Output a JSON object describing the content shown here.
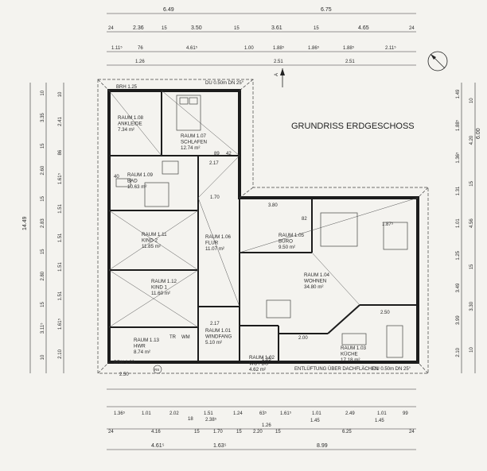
{
  "title": "GRUNDRISS ERDGESCHOSS",
  "section_marker": "A",
  "rooms": [
    {
      "id": "r108",
      "name": "RAUM 1.08",
      "use": "ANKLEIDE",
      "area": "7.34 m²"
    },
    {
      "id": "r107",
      "name": "RAUM 1.07",
      "use": "SCHLAFEN",
      "area": "12.74 m²"
    },
    {
      "id": "r109",
      "name": "RAUM 1.09",
      "use": "BAD",
      "area": "10.63 m²"
    },
    {
      "id": "r111",
      "name": "RAUM 1.11",
      "use": "KIND 2",
      "area": "11.85 m²"
    },
    {
      "id": "r106",
      "name": "RAUM 1.06",
      "use": "FLUR",
      "area": "11.07 m²"
    },
    {
      "id": "r105",
      "name": "RAUM 1.05",
      "use": "BÜRO",
      "area": "9.50 m²"
    },
    {
      "id": "r104",
      "name": "RAUM 1.04",
      "use": "WOHNEN",
      "area": "34.80 m²"
    },
    {
      "id": "r112",
      "name": "RAUM 1.12",
      "use": "KIND 1",
      "area": "11.60 m²"
    },
    {
      "id": "r101",
      "name": "RAUM 1.01",
      "use": "WINDFANG",
      "area": "5.10 m²"
    },
    {
      "id": "r113",
      "name": "RAUM 1.13",
      "use": "HWR",
      "area": "8.74 m²"
    },
    {
      "id": "r102",
      "name": "RAUM 1.02",
      "use": "WC / DU",
      "area": "4.62 m²"
    },
    {
      "id": "r103",
      "name": "RAUM 1.03",
      "use": "KÜCHE",
      "area": "17.18 m²"
    }
  ],
  "dims_top": {
    "row1": [
      "6.49",
      "6.75"
    ],
    "row2": [
      "24",
      "2.36",
      "15",
      "3.50",
      "15",
      "3.61",
      "15",
      "4.65",
      "24"
    ],
    "row3": [
      "1.11⁵",
      "76",
      "4.61⁵",
      "1.00",
      "1.88⁵",
      "1.86⁵",
      "1.88⁵",
      "2.11⁵"
    ],
    "row3b": [
      "1.26",
      "2.51",
      "2.51"
    ]
  },
  "dims_bottom": {
    "row1": [
      "1.36⁵",
      "1.01",
      "2.02",
      "1.51",
      "1.24",
      "63⁵",
      "1.61⁵",
      "1.01",
      "2.49",
      "1.01",
      "99"
    ],
    "row1b": [
      "18",
      "2.38⁵",
      "1.45",
      "1.45"
    ],
    "row2": [
      "24",
      "4.16",
      "15",
      "1.70",
      "15",
      "2.20",
      "15",
      "6.25",
      "24"
    ],
    "row2b": [
      "1.26"
    ],
    "row3": [
      "4.61⁵",
      "1.63⁵",
      "8.99"
    ]
  },
  "dims_left": {
    "outer": [
      "14.49"
    ],
    "row2": [
      "10",
      "3.35",
      "15",
      "2.60",
      "15",
      "2.83",
      "15",
      "2.80",
      "15",
      "3.11⁵",
      "10"
    ],
    "row3": [
      "10",
      "2.41",
      "86",
      "1.61⁵",
      "1.51",
      "1.51",
      "1.51",
      "1.51",
      "1.61⁵",
      "2.10"
    ]
  },
  "dims_right": {
    "outer": [
      "6.00"
    ],
    "row2": [
      "10",
      "4.20",
      "15",
      "4.56",
      "15",
      "3.30",
      "10"
    ],
    "row3": [
      "1.49",
      "1.88⁵",
      "1.36⁵",
      "1.31",
      "1.01",
      "1.25",
      "3.49",
      "3.99",
      "2.10"
    ]
  },
  "labels": {
    "brh_125": "BRH 1.25",
    "brh_100": "BRH 1.00",
    "du_top": "DU 0.50m DN 25°",
    "du_bottom": "DU 0.50m DN 25°",
    "tr": "TR",
    "wm": "WM",
    "rs": "RS",
    "entlueftung": "ENTLÜFTUNG ÜBER DACHFLÄCHEN",
    "m_380": "3.80",
    "m_187": "1.87⁵",
    "m_250": "2.50",
    "m_200": "2.00",
    "m_217": "2.17",
    "m_170": "1.70",
    "m_82": "82",
    "m_89": "89",
    "m_40": "40",
    "m_42": "42",
    "m_125": "1.25",
    "m_250b": "2.50",
    "m_416": "4.16",
    "m_151": "1.51"
  },
  "colors": {
    "wall": "#1c1c1c",
    "ink": "#2a2a2a",
    "paper": "#f4f3ef"
  }
}
